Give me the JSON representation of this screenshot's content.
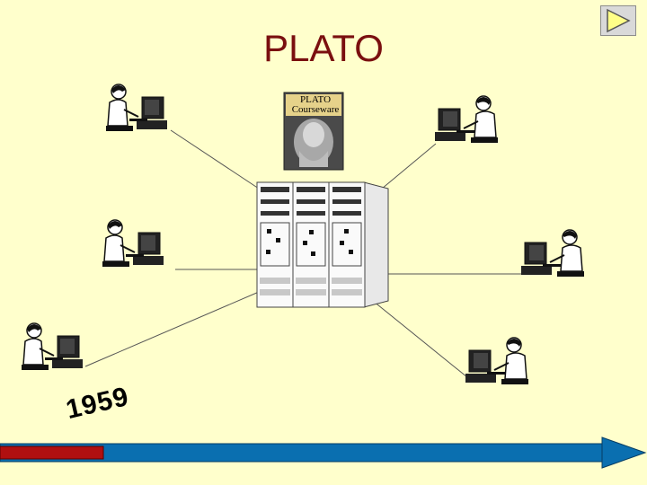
{
  "title": "PLATO",
  "book": {
    "line1": "PLATO",
    "line2": "Courseware"
  },
  "year": "1959",
  "icons": {
    "next": "play-next-icon",
    "mainframe": "mainframe-server-icon",
    "terminal": "user-at-terminal-icon",
    "book": "courseware-book-icon"
  },
  "colors": {
    "background": "#ffffcc",
    "title": "#7a0f0f",
    "timeline_arrow": "#0a6fb0",
    "timeline_marker": "#b01010"
  }
}
